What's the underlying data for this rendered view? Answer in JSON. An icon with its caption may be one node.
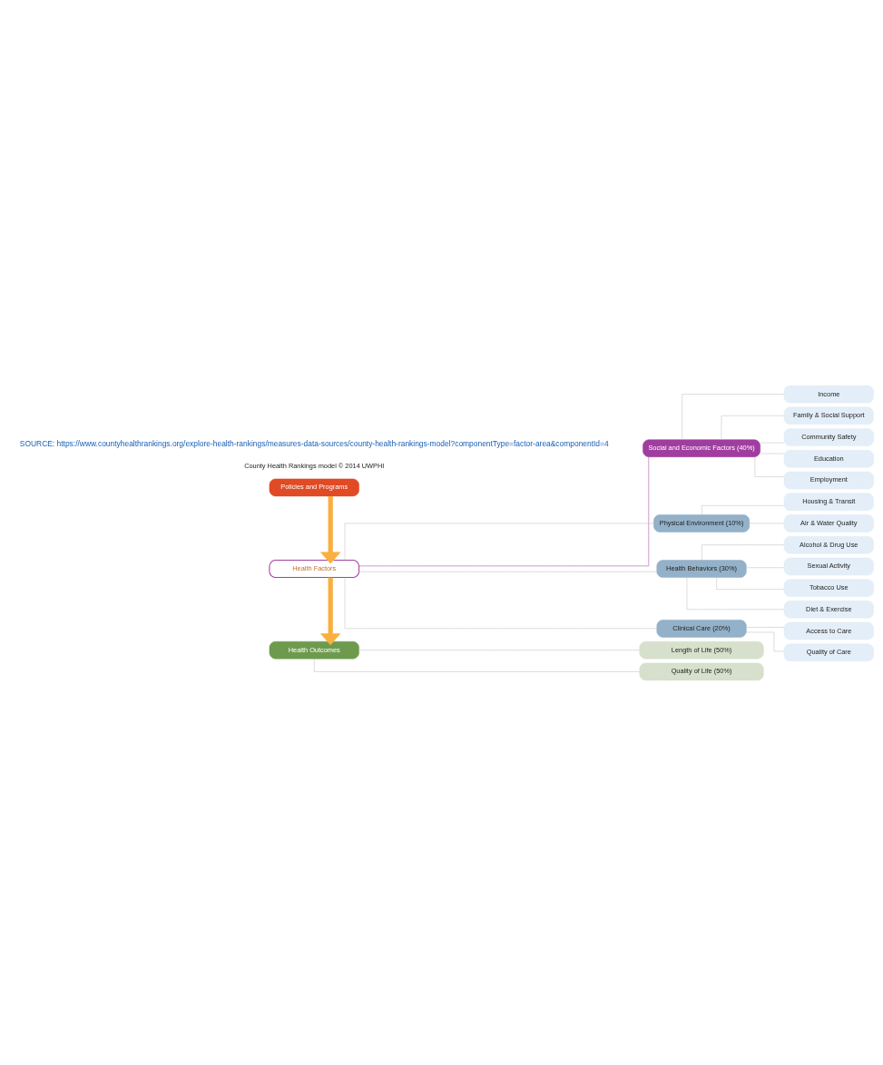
{
  "diagram": {
    "nodes": [
      {
        "text": [
          "Health Outcomes"
        ]
      },
      {
        "text": [
          "Length of Life (50%)"
        ]
      },
      {
        "text": [
          "Quality of Life (50%)"
        ]
      },
      {
        "text": [
          "Health Factors"
        ]
      },
      {
        "text": [
          "Health Behaviors (30%)"
        ]
      },
      {
        "text": [
          "Tobacco Use"
        ]
      },
      {
        "text": [
          "Diet & Exercise"
        ]
      },
      {
        "text": [
          "Alcohol & Drug Use"
        ]
      },
      {
        "text": [
          "Sexual Activity"
        ]
      },
      {
        "text": [
          "Clinical Care (20%)"
        ]
      },
      {
        "text": [
          "Access to Care"
        ]
      },
      {
        "text": [
          "Quality of Care"
        ]
      },
      {
        "text": [
          "Social and Economic Factors (40%)"
        ]
      },
      {
        "text": [
          "Education"
        ]
      },
      {
        "text": [
          "Employment"
        ]
      },
      {
        "text": [
          "Income"
        ]
      },
      {
        "text": [
          "Family & Social Support"
        ]
      },
      {
        "text": [
          "Community Safety"
        ]
      },
      {
        "text": [
          "Physical Environment (10%)"
        ]
      },
      {
        "text": [
          "Air & Water Quality"
        ]
      },
      {
        "text": [
          "Housing & Transit"
        ]
      },
      {
        "text": [
          "Policies and Programs"
        ]
      }
    ],
    "edges": [
      {
        "from": 0,
        "to": 1,
        "arrow": "none"
      },
      {
        "from": 0,
        "to": 2,
        "arrow": "none"
      },
      {
        "from": 3,
        "to": 4,
        "arrow": "none"
      },
      {
        "from": 3,
        "to": 9,
        "arrow": "none"
      },
      {
        "from": 3,
        "to": 12,
        "arrow": "none",
        "color": "#a040a0"
      },
      {
        "from": 3,
        "to": 18,
        "arrow": "none"
      },
      {
        "from": 4,
        "to": 5,
        "arrow": "none"
      },
      {
        "from": 4,
        "to": 6,
        "arrow": "none"
      },
      {
        "from": 4,
        "to": 7,
        "arrow": "none"
      },
      {
        "from": 4,
        "to": 8,
        "arrow": "none"
      },
      {
        "from": 9,
        "to": 10,
        "arrow": "none"
      },
      {
        "from": 9,
        "to": 11,
        "arrow": "none"
      },
      {
        "from": 12,
        "to": 13,
        "arrow": "none"
      },
      {
        "from": 12,
        "to": 14,
        "arrow": "none"
      },
      {
        "from": 12,
        "to": 15,
        "arrow": "none"
      },
      {
        "from": 12,
        "to": 16,
        "arrow": "none"
      },
      {
        "from": 12,
        "to": 17,
        "arrow": "none"
      },
      {
        "from": 18,
        "to": 19,
        "arrow": "none"
      },
      {
        "from": 18,
        "to": 20,
        "arrow": "none"
      },
      {
        "from": 3,
        "to": 0,
        "arrow": "to",
        "style": "thick",
        "color": "#f9b040"
      },
      {
        "from": 21,
        "to": 3,
        "arrow": "to",
        "style": "thick",
        "color": "#f9b040"
      }
    ],
    "labels": [
      "County Health Rankings model © 2014 UWPHI",
      "SOURCE: https://www.countyhealthrankings.org/explore-health-rankings/measures-data-sources/county-health-rankings-model?componentType=factor-area&componentId=4"
    ]
  }
}
